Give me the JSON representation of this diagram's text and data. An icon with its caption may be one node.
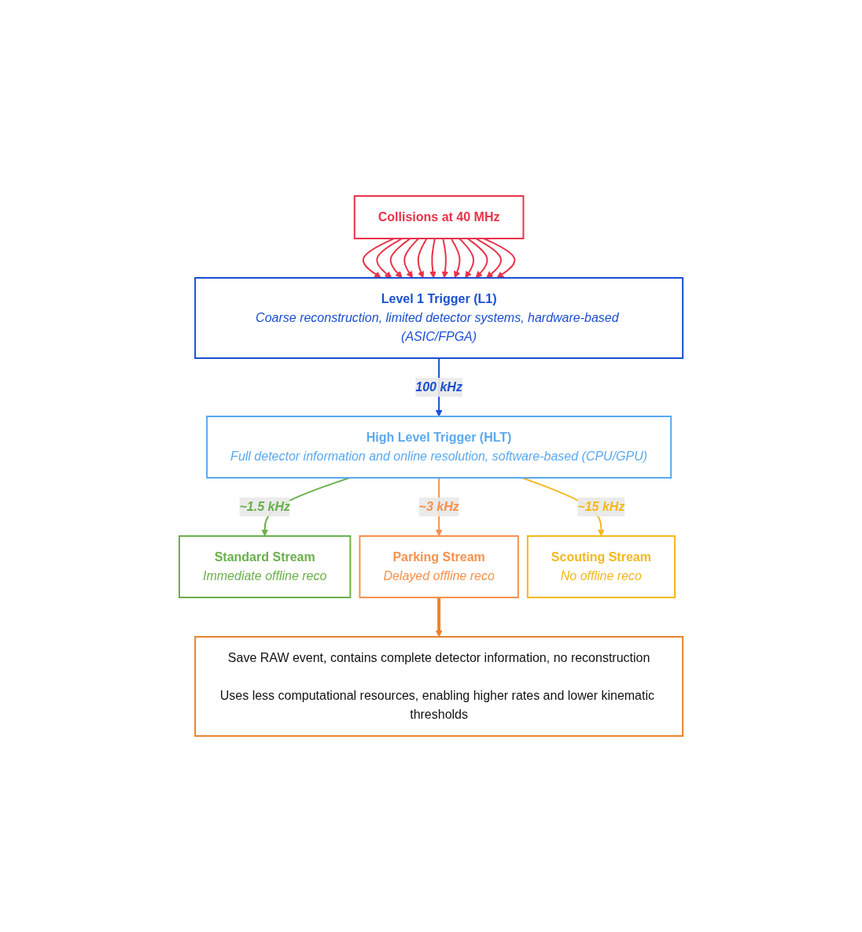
{
  "diagram": {
    "nodes": [
      {
        "text": [
          "Collisions at 40 MHz"
        ]
      },
      {
        "text": [
          "Level 1 Trigger (L1)",
          "Coarse reconstruction, limited detector systems, hardware-based (ASIC/FPGA)"
        ]
      },
      {
        "text": [
          "High Level Trigger (HLT)",
          "Full detector information and online resolution, software-based (CPU/GPU)"
        ]
      },
      {
        "text": [
          "Standard Stream",
          "Immediate offline reco"
        ]
      },
      {
        "text": [
          "Parking Stream",
          "Delayed offline reco"
        ]
      },
      {
        "text": [
          "Scouting Stream",
          "No offline reco"
        ]
      },
      {
        "text": [
          "Save RAW event, contains complete detector information, no reconstruction",
          "Uses less computational resources, enabling higher rates and lower kinematic thresholds"
        ]
      }
    ],
    "edges": [
      {
        "from": 0,
        "to": 1,
        "arrow": "to"
      },
      {
        "from": 0,
        "to": 1,
        "arrow": "to"
      },
      {
        "from": 0,
        "to": 1,
        "arrow": "to"
      },
      {
        "from": 0,
        "to": 1,
        "arrow": "to"
      },
      {
        "from": 0,
        "to": 1,
        "arrow": "to"
      },
      {
        "from": 0,
        "to": 1,
        "arrow": "to"
      },
      {
        "from": 0,
        "to": 1,
        "arrow": "to"
      },
      {
        "from": 0,
        "to": 1,
        "arrow": "to"
      },
      {
        "from": 0,
        "to": 1,
        "arrow": "to"
      },
      {
        "from": 0,
        "to": 1,
        "arrow": "to"
      },
      {
        "from": 0,
        "to": 1,
        "arrow": "to"
      },
      {
        "from": 0,
        "to": 1,
        "arrow": "to"
      },
      {
        "from": 1,
        "to": 2,
        "arrow": "to",
        "label": "100 kHz",
        "color": "#1a4fd0"
      },
      {
        "from": 2,
        "to": 3,
        "arrow": "to",
        "label": "~1.5 kHz",
        "color": "#6ab04c"
      },
      {
        "from": 2,
        "to": 4,
        "arrow": "to",
        "label": "~3 kHz",
        "color": "#f7914d"
      },
      {
        "from": 2,
        "to": 5,
        "arrow": "to",
        "label": "~15 kHz",
        "color": "#f2b91c"
      },
      {
        "from": 4,
        "to": 6,
        "arrow": "to",
        "style": "thick",
        "color": "#e8832e"
      }
    ]
  }
}
